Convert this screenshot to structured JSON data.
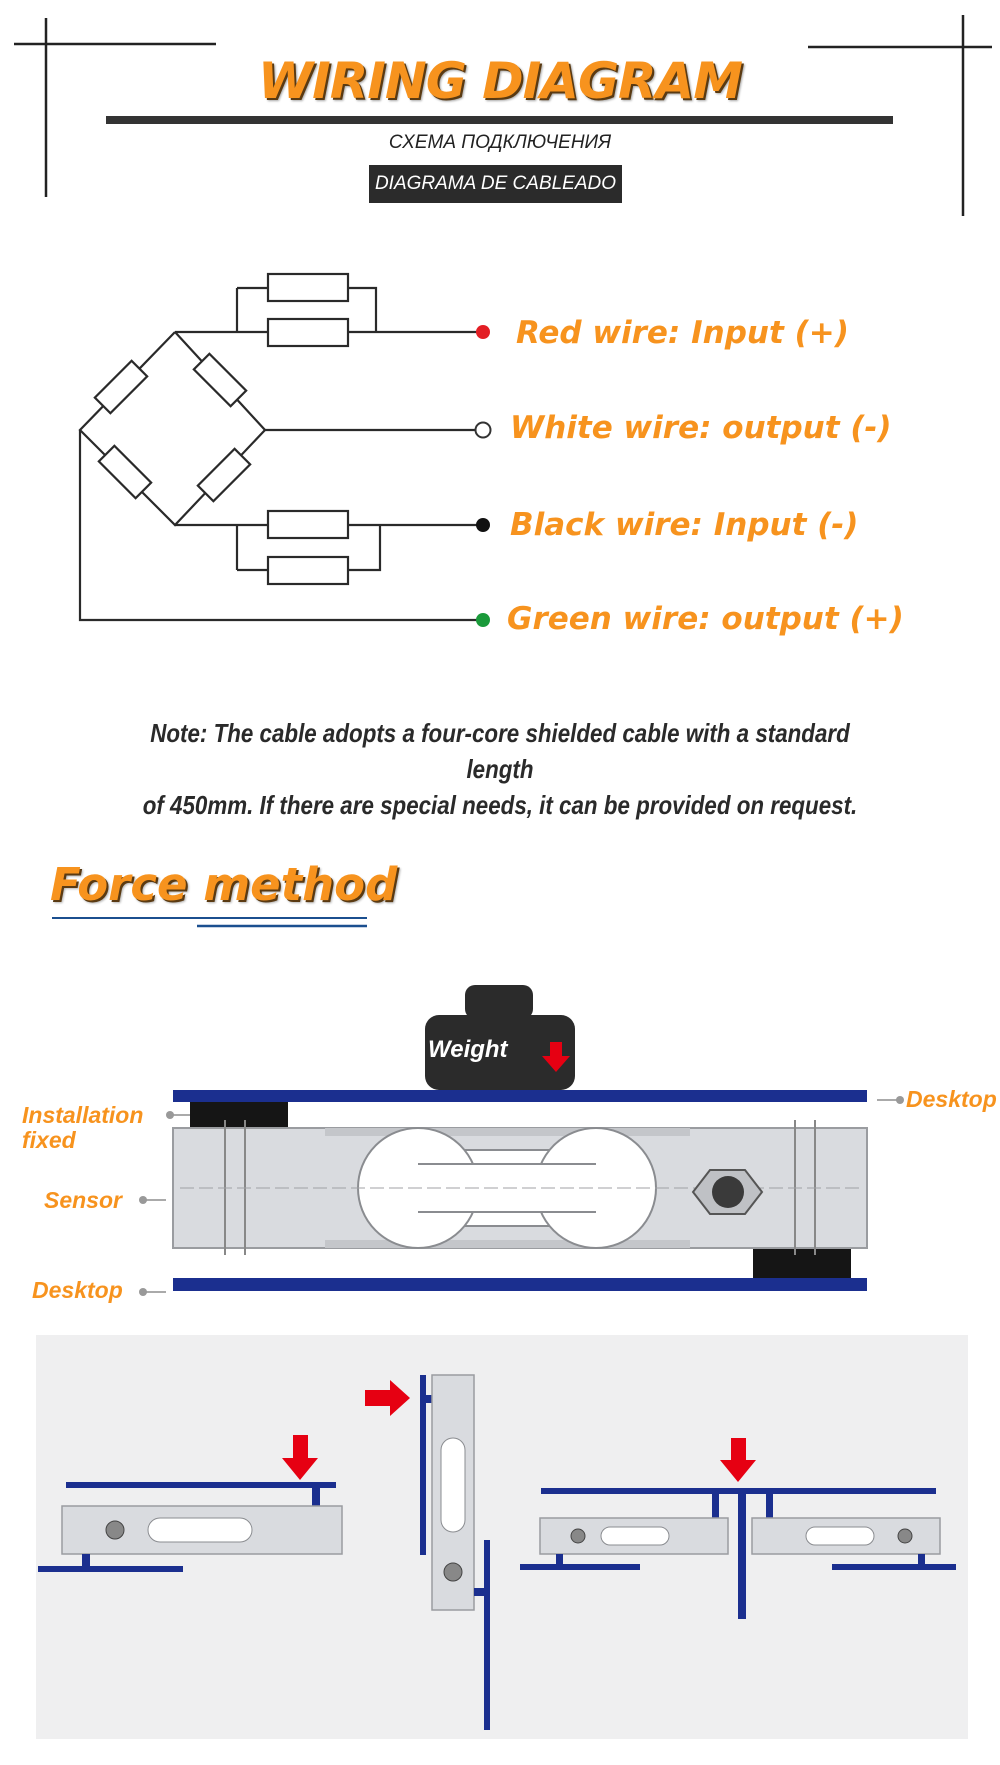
{
  "header": {
    "title": "WIRING DIAGRAM",
    "subtitle_ru": "СХЕМА ПОДКЛЮЧЕНИЯ",
    "subtitle_es": "DIAGRAMA DE CABLEADO"
  },
  "wiring": {
    "wires": [
      {
        "label": "Red wire: Input (+)",
        "color": "#e31e24"
      },
      {
        "label": "White wire: output (-)",
        "color": "#ffffff"
      },
      {
        "label": "Black wire: Input (-)",
        "color": "#111111"
      },
      {
        "label": "Green wire: output (+)",
        "color": "#1a9a3a"
      }
    ]
  },
  "note": {
    "line1": "Note: The cable adopts a four-core shielded cable with a standard length",
    "line2": "of 450mm. If there are special needs, it can be provided on request."
  },
  "force": {
    "title": "Force method",
    "weight_label": "Weight",
    "labels": {
      "desktop_top": "Desktop",
      "installation_line1": "Installation",
      "installation_line2": "fixed",
      "sensor": "Sensor",
      "desktop_bottom": "Desktop"
    }
  },
  "colors": {
    "accent": "#f7931e",
    "plate": "#1b2f8f",
    "arrow": "#e60012"
  }
}
